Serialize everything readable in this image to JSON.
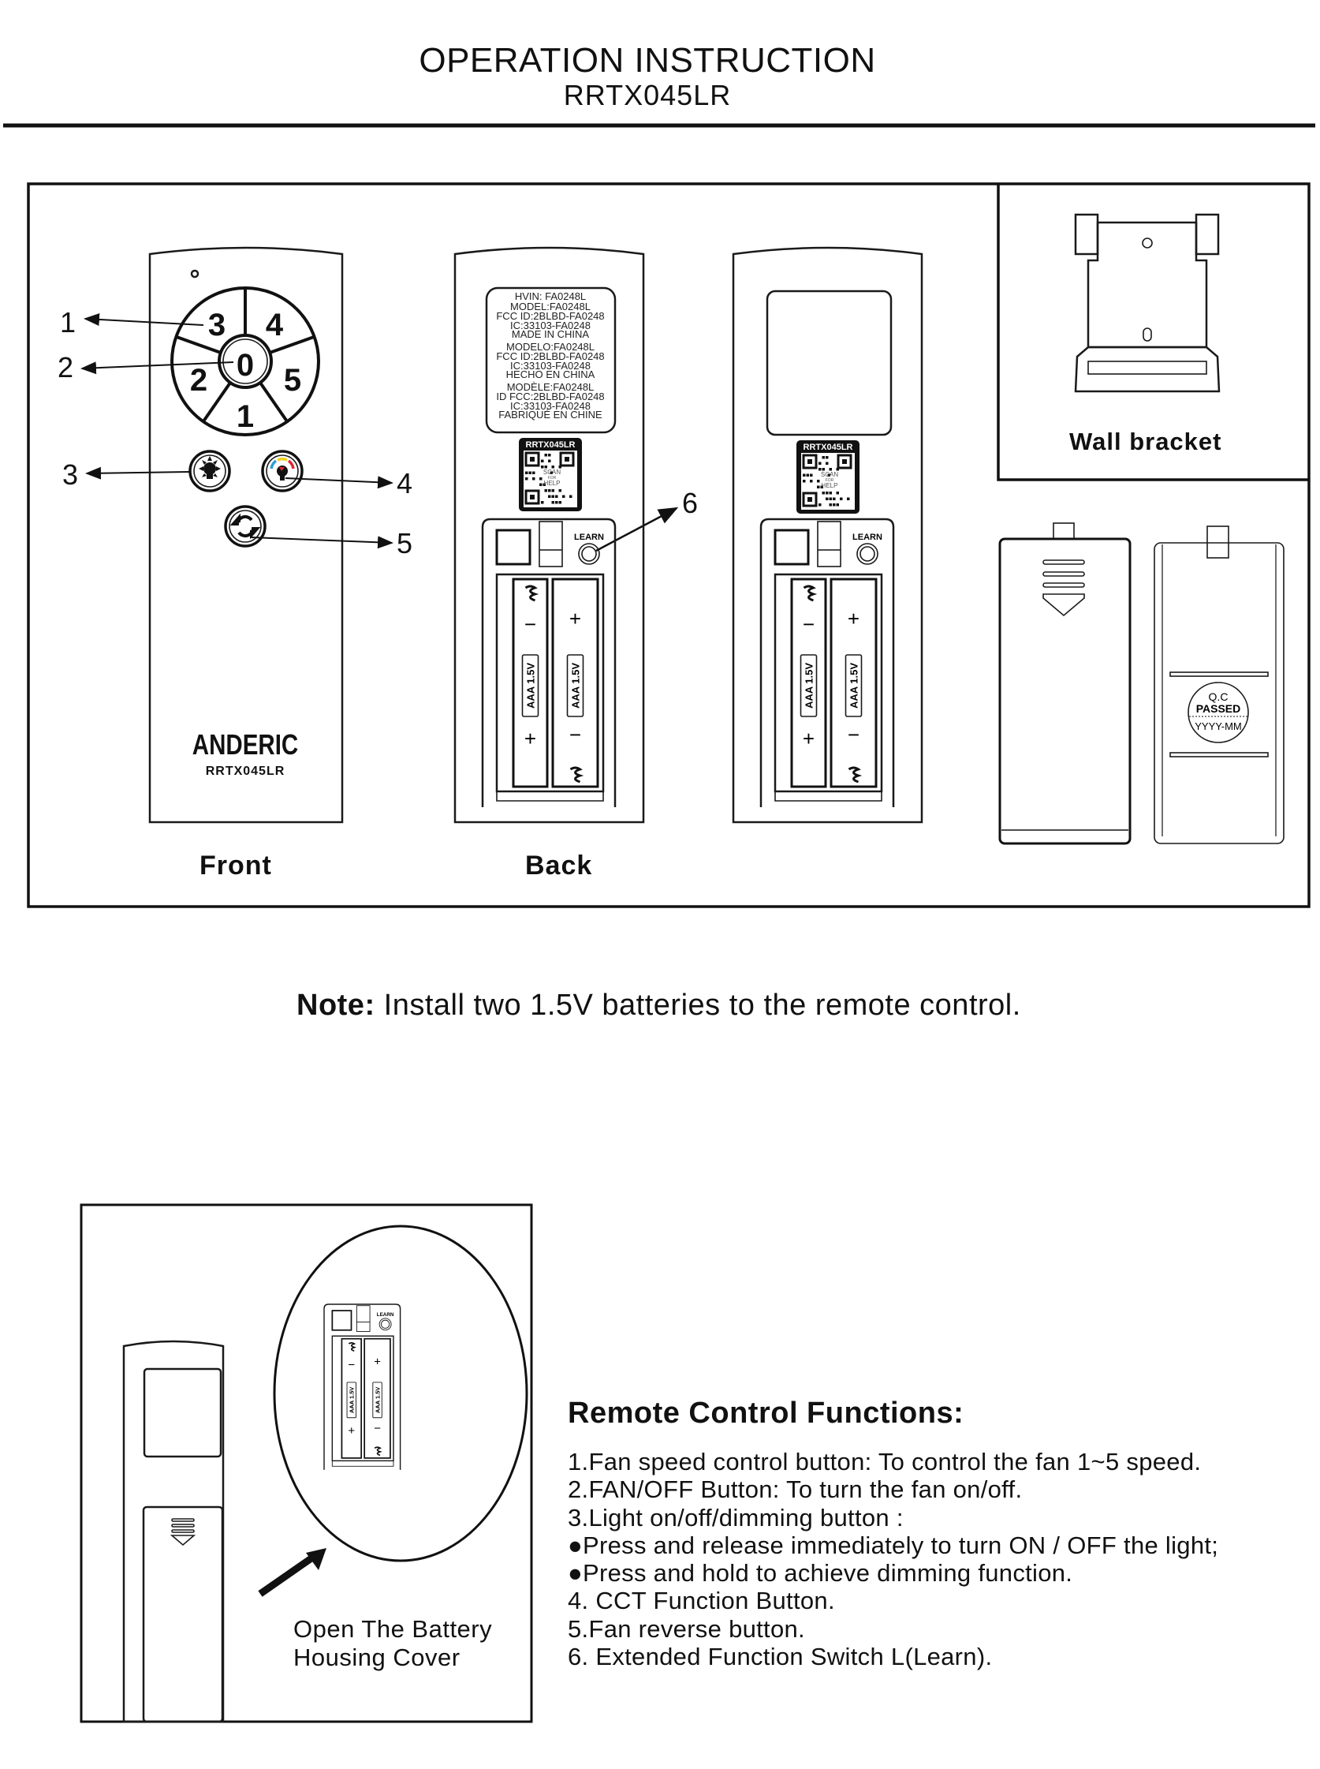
{
  "header": {
    "title": "OPERATION INSTRUCTION",
    "model": "RRTX045LR"
  },
  "figure": {
    "front_caption": "Front",
    "back_caption": "Back",
    "wall_bracket_caption": "Wall bracket",
    "brand": "ANDERIC",
    "remote_model": "RRTX045LR",
    "keypad": {
      "center": "0",
      "speeds": [
        "1",
        "2",
        "3",
        "4",
        "5"
      ]
    },
    "callouts": [
      "1",
      "2",
      "3",
      "4",
      "5",
      "6"
    ],
    "label_lines": [
      "HVIN: FA0248L",
      "MODEL:FA0248L",
      "FCC ID:2BLBD-FA0248",
      "IC:33103-FA0248",
      "MADE IN CHINA",
      "MODELO:FA0248L",
      "FCC ID:2BLBD-FA0248",
      "IC:33103-FA0248",
      "HECHO EN CHINA",
      "MODÈLE:FA0248L",
      "ID FCC:2BLBD-FA0248",
      "IC:33103-FA0248",
      "FABRIQUÉ EN CHINE"
    ],
    "qr_badge": "RRTX045LR",
    "qr_text": [
      "SCAN",
      "FOR",
      "HELP"
    ],
    "learn_label": "LEARN",
    "battery_label": "AAA 1.5V",
    "battery_plus": "+",
    "battery_minus": "−",
    "qc_stamp": [
      "Q.C",
      "PASSED",
      "YYYY-MM"
    ],
    "cct_colors": [
      "#2a9fd8",
      "#f2d21b",
      "#e0262e"
    ]
  },
  "note": {
    "label": "Note:",
    "text": " Install two 1.5V batteries to the remote control."
  },
  "battery_instruction": [
    "Open The Battery",
    "Housing Cover"
  ],
  "functions": {
    "title": "Remote Control Functions:",
    "items": [
      "1.Fan speed control button: To control the fan 1~5 speed.",
      "2.FAN/OFF Button: To turn the fan on/off.",
      "3.Light on/off/dimming button :",
      " ●Press and release immediately to turn ON / OFF the light;",
      " ●Press and hold to achieve dimming function.",
      "4. CCT Function Button.",
      "5.Fan reverse button.",
      "6. Extended Function Switch L(Learn)."
    ]
  }
}
